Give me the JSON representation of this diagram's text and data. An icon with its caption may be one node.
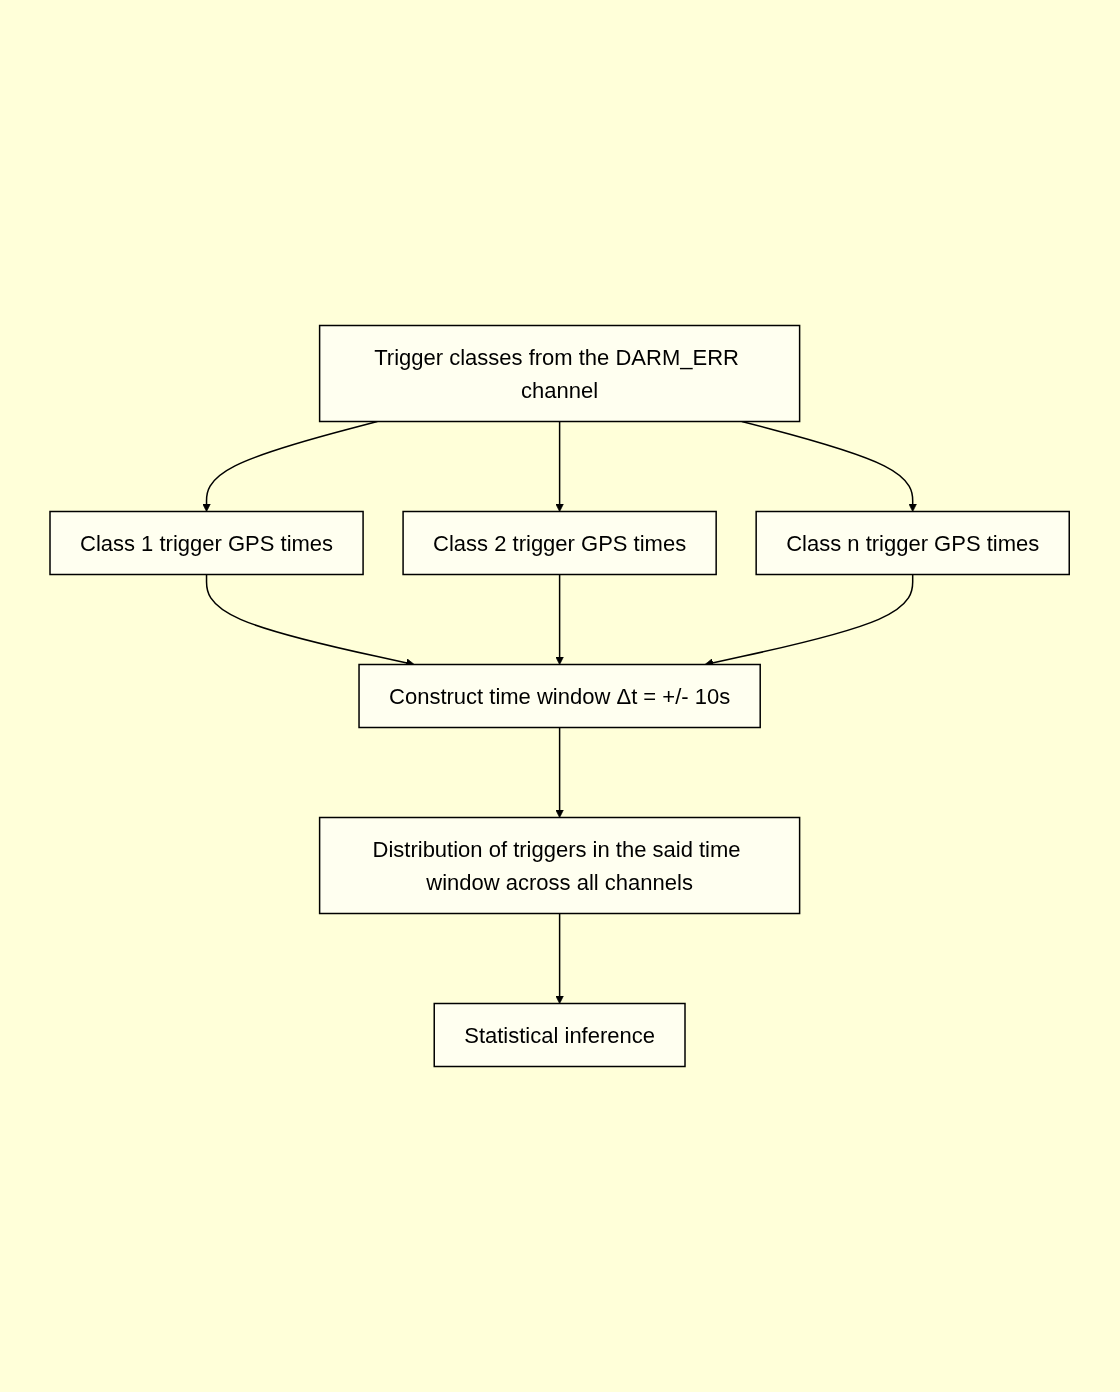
{
  "diagram": {
    "nodes": [
      {
        "text": [
          "Trigger classes from the DARM_ERR channel"
        ]
      },
      {
        "text": [
          "Class 1 trigger GPS times"
        ]
      },
      {
        "text": [
          "Class 2 trigger GPS times"
        ]
      },
      {
        "text": [
          "Class n trigger GPS times"
        ]
      },
      {
        "text": [
          "Construct time window Δt = +/- 10s"
        ]
      },
      {
        "text": [
          "Distribution of triggers in the said time window across all channels"
        ]
      },
      {
        "text": [
          "Statistical inference"
        ]
      }
    ],
    "edges": [
      {
        "from": 0,
        "to": 1,
        "arrow": "to"
      },
      {
        "from": 0,
        "to": 2,
        "arrow": "to"
      },
      {
        "from": 0,
        "to": 3,
        "arrow": "to"
      },
      {
        "from": 1,
        "to": 4,
        "arrow": "to"
      },
      {
        "from": 2,
        "to": 4,
        "arrow": "to"
      },
      {
        "from": 3,
        "to": 4,
        "arrow": "to"
      },
      {
        "from": 4,
        "to": 5,
        "arrow": "to"
      },
      {
        "from": 5,
        "to": 6,
        "arrow": "to"
      }
    ]
  }
}
